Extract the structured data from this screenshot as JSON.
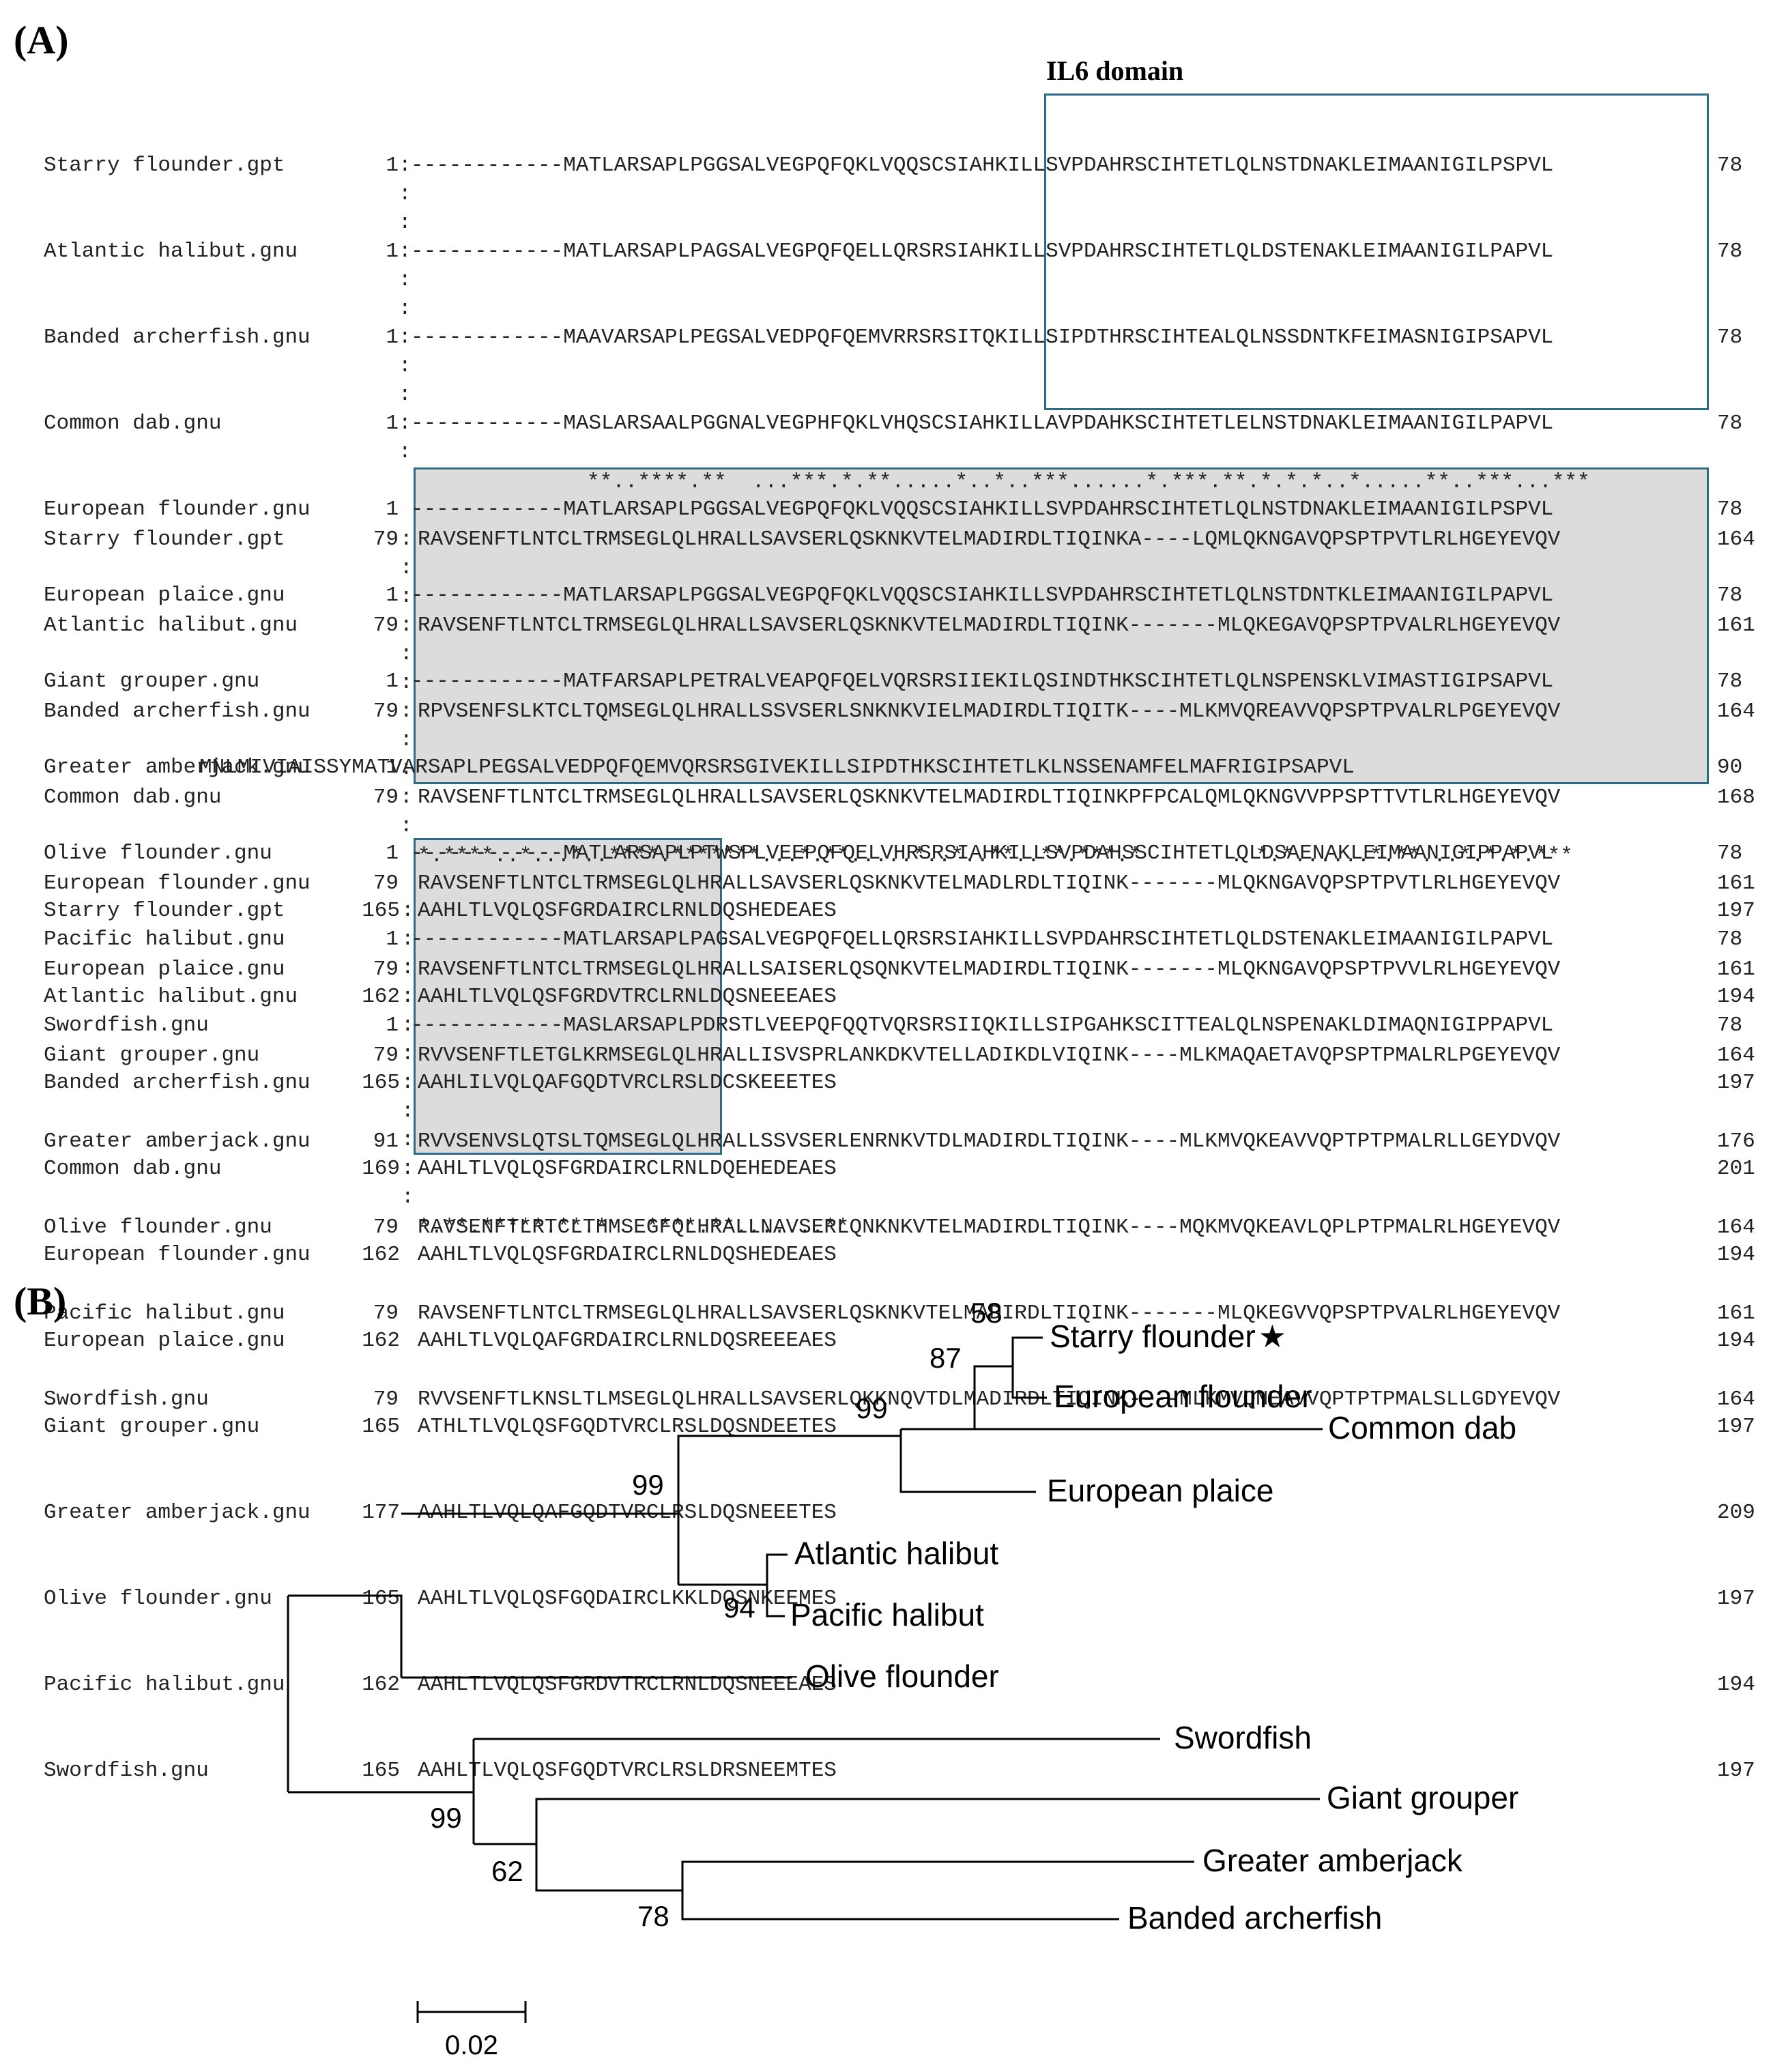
{
  "panel_a": {
    "label": "(A)",
    "domain_title": "IL6 domain",
    "blocks": [
      {
        "rows": [
          {
            "name": "Starry flounder.gpt",
            "start": "1",
            "seq": "------------MATLARSAPLPGGSALVEGPQFQKLVQQSCSIAHKILLSVPDAHRSCIHTETLQLNSTDNAKLEIMAANIGILPSPVL",
            "end": "78"
          },
          {
            "name": "Atlantic halibut.gnu",
            "start": "1",
            "seq": "------------MATLARSAPLPAGSALVEGPQFQELLQRSRSIAHKILLSVPDAHRSCIHTETLQLDSTENAKLEIMAANIGILPAPVL",
            "end": "78"
          },
          {
            "name": "Banded archerfish.gnu",
            "start": "1",
            "seq": "------------MAAVARSAPLPEGSALVEDPQFQEMVRRSRSITQKILLSIPDTHRSCIHTEALQLNSSDNTKFEIMASNIGIPSAPVL",
            "end": "78"
          },
          {
            "name": "Common dab.gnu",
            "start": "1",
            "seq": "------------MASLARSAALPGGNALVEGPHFQKLVHQSCSIAHKILLAVPDAHKSCIHTETLELNSTDNAKLEIMAANIGILPAPVL",
            "end": "78"
          },
          {
            "name": "European flounder.gnu",
            "start": "1",
            "seq": "------------MATLARSAPLPGGSALVEGPQFQKLVQQSCSIAHKILLSVPDAHRSCIHTETLQLNSTDNAKLEIMAANIGILPSPVL",
            "end": "78"
          },
          {
            "name": "European plaice.gnu",
            "start": "1",
            "seq": "------------MATLARSAPLPGGSALVEGPQFQKLVQQSCSIAHKILLSVPDAHRSCIHTETLQLNSTDNTKLEIMAANIGILPAPVL",
            "end": "78"
          },
          {
            "name": "Giant grouper.gnu",
            "start": "1",
            "seq": "------------MATFARSAPLPETRALVEAPQFQELVQRSRSIIEKILQSINDTHKSCIHTETLQLNSPENSKLVIMASTIGIPSAPVL",
            "end": "78"
          },
          {
            "name": "Greater amberjack.gnu",
            "start": "1",
            "seq": "MNLMIVIAISSYMATVARSAPLPEGSALVEDPQFQEMVQRSRSGIVEKILLSIPDTHKSCIHTETLKLNSSENAMFELMAFRIGIPSAPVL",
            "end": "90"
          },
          {
            "name": "Olive flounder.gnu",
            "start": "1",
            "seq": "------------MATLARSAPLPTWSPLVEEPQFQELVHRSRSIAHKILLSVPDAHSSCIHTETLQLDSAENAKLEIMAANIGIPPAPVL",
            "end": "78"
          },
          {
            "name": "Pacific halibut.gnu",
            "start": "1",
            "seq": "------------MATLARSAPLPAGSALVEGPQFQELLQRSRSIAHKILLSVPDAHRSCIHTETLQLDSTENAKLEIMAANIGILPAPVL",
            "end": "78"
          },
          {
            "name": "Swordfish.gnu",
            "start": "1",
            "seq": "------------MASLARSAPLPDRSTLVEEPQFQQTVQRSRSIIQKILLSIPGAHKSCITTEALQLNSPENAKLDIMAQNIGIPPAPVL",
            "end": "78"
          }
        ],
        "consensus": "**..****.**  ...***.*.**.....*..*..***......*.***.**.*.*.*..*.....**..***...***"
      },
      {
        "rows": [
          {
            "name": "Starry flounder.gpt",
            "start": "79",
            "seq": "RAVSENFTLNTCLTRMSEGLQLHRALLSAVSERLQSKNKVTELMADIRDLTIQINKA----LQMLQKNGAVQPSPTPVTLRLHGEYEVQV",
            "end": "164"
          },
          {
            "name": "Atlantic halibut.gnu",
            "start": "79",
            "seq": "RAVSENFTLNTCLTRMSEGLQLHRALLSAVSERLQSKNKVTELMADIRDLTIQINK-------MLQKEGAVQPSPTPVALRLHGEYEVQV",
            "end": "161"
          },
          {
            "name": "Banded archerfish.gnu",
            "start": "79",
            "seq": "RPVSENFSLKTCLTQMSEGLQLHRALLSSVSERLSNKNKVIELMADIRDLTIQITK----MLKMVQREAVVQPSPTPVALRLPGEYEVQV",
            "end": "164"
          },
          {
            "name": "Common dab.gnu",
            "start": "79",
            "seq": "RAVSENFTLNTCLTRMSEGLQLHRALLSAVSERLQSKNKVTELMADIRDLTIQINKPFPCALQMLQKNGVVPPSPTTVTLRLHGEYEVQV",
            "end": "168"
          },
          {
            "name": "European flounder.gnu",
            "start": "79",
            "seq": "RAVSENFTLNTCLTRMSEGLQLHRALLSAVSERLQSKNKVTELMADLRDLTIQINK-------MLQKNGAVQPSPTPVTLRLHGEYEVQV",
            "end": "161"
          },
          {
            "name": "European plaice.gnu",
            "start": "79",
            "seq": "RAVSENFTLNTCLTRMSEGLQLHRALLSAISERLQSQNKVTELMADIRDLTIQINK-------MLQKNGAVQPSPTPVVLRLHGEYEVQV",
            "end": "161"
          },
          {
            "name": "Giant grouper.gnu",
            "start": "79",
            "seq": "RVVSENFTLETGLKRMSEGLQLHRALLISVSPRLANKDKVTELLADIKDLVIQINK----MLKMAQAETAVQPSPTPMALRLPGEYEVQV",
            "end": "164"
          },
          {
            "name": "Greater amberjack.gnu",
            "start": "91",
            "seq": "RVVSENVSLQTSLTQMSEGLQLHRALLSSVSERLENRNKVTDLMADIRDLTIQINK----MLKMVQKEAVVQPTPTPMALRLLGEYDVQV",
            "end": "176"
          },
          {
            "name": "Olive flounder.gnu",
            "start": "79",
            "seq": "RAVSENFTLRTCLTHMSEGFQLHRALLNAVSERLQNKNKVTELMADIRDLTIQINK----MQKMVQKEAVLQPLPTPMALRLHGEYEVQV",
            "end": "164"
          },
          {
            "name": "Pacific halibut.gnu",
            "start": "79",
            "seq": "RAVSENFTLNTCLTRMSEGLQLHRALLSAVSERLQSKNKVTELMADIRDLTIQINK-------MLQKEGVVQPSPTPVALRLHGEYEVQV",
            "end": "161"
          },
          {
            "name": "Swordfish.gnu",
            "start": "79",
            "seq": "RVVSENFTLKNSLTLMSEGLQLHRALLSAVSERLQKKNQVTDLMADIRDLTIQINK----MLKMVQNEAVVQPTPTPMALSLLGDYEVQV",
            "end": "164"
          }
        ],
        "consensus": "*.****..*...*..****.*******...*.**.....*..*..**..**.***.*       . *.*......*.**...*.*.*.***"
      },
      {
        "rows": [
          {
            "name": "Starry flounder.gpt",
            "start": "165",
            "seq": "AAHLTLVQLQSFGRDAIRCLRNLDQSHEDEAES",
            "end": "197"
          },
          {
            "name": "Atlantic halibut.gnu",
            "start": "162",
            "seq": "AAHLTLVQLQSFGRDVTRCLRNLDQSNEEEAES",
            "end": "194"
          },
          {
            "name": "Banded archerfish.gnu",
            "start": "165",
            "seq": "AAHLILVQLQAFGQDTVRCLRSLDCSKEEETES",
            "end": "197"
          },
          {
            "name": "Common dab.gnu",
            "start": "169",
            "seq": "AAHLTLVQLQSFGRDAIRCLRNLDQEHEDEAES",
            "end": "201"
          },
          {
            "name": "European flounder.gnu",
            "start": "162",
            "seq": "AAHLTLVQLQSFGRDAIRCLRNLDQSHEDEAES",
            "end": "194"
          },
          {
            "name": "European plaice.gnu",
            "start": "162",
            "seq": "AAHLTLVQLQAFGRDAIRCLRNLDQSREEEAES",
            "end": "194"
          },
          {
            "name": "Giant grouper.gnu",
            "start": "165",
            "seq": "ATHLTLVQLQSFGQDTVRCLRSLDQSNDEETES",
            "end": "197"
          },
          {
            "name": "Greater amberjack.gnu",
            "start": "177",
            "seq": "AAHLTLVQLQAFGQDTVRCLRSLDQSNEEETES",
            "end": "209"
          },
          {
            "name": "Olive flounder.gnu",
            "start": "165",
            "seq": "AAHLTLVQLQSFGQDAIRCLKKLDQSNKEEMES",
            "end": "197"
          },
          {
            "name": "Pacific halibut.gnu",
            "start": "162",
            "seq": "AAHLTLVQLQSFGRDVTRCLRNLDQSNEEEAES",
            "end": "194"
          },
          {
            "name": "Swordfish.gnu",
            "start": "165",
            "seq": "AAHLTLVQLQSFGQDTVRCLRSLDRSNEEMTES",
            "end": "197"
          }
        ],
        "consensus": "*.**.*****.**.*   ****.**.......**"
      }
    ]
  },
  "panel_b": {
    "label": "(B)",
    "leaves": {
      "starry": "Starry flounder",
      "star_glyph": "★",
      "european_flounder": "European flounder",
      "common_dab": "Common dab",
      "european_plaice": "European plaice",
      "atlantic_halibut": "Atlantic halibut",
      "pacific_halibut": "Pacific halibut",
      "olive_flounder": "Olive flounder",
      "swordfish": "Swordfish",
      "giant_grouper": "Giant grouper",
      "greater_amberjack": "Greater amberjack",
      "banded_archerfish": "Banded archerfish"
    },
    "bootstrap": {
      "n58": "58",
      "n87": "87",
      "n99a": "99",
      "n99b": "99",
      "n94": "94",
      "n99c": "99",
      "n62": "62",
      "n78": "78"
    },
    "scale_label": "0.02"
  }
}
